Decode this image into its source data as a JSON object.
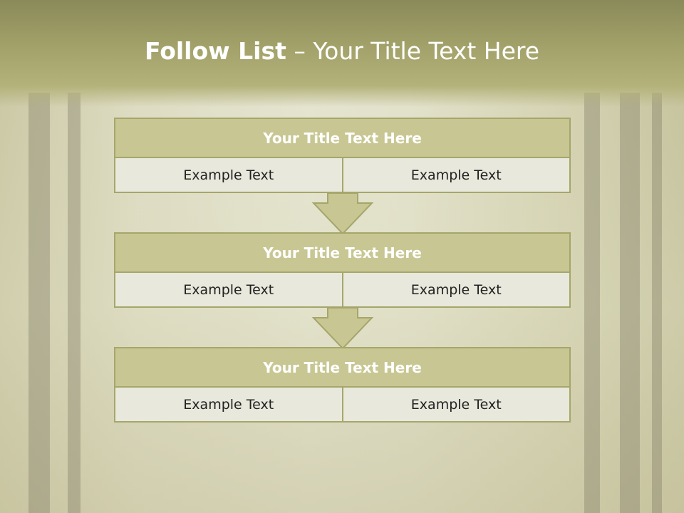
{
  "slide": {
    "title_bold": "Follow List",
    "title_rest": "  – Your Title Text Here"
  },
  "steps": [
    {
      "title": "Your Title Text Here",
      "left": "Example Text",
      "right": "Example Text"
    },
    {
      "title": "Your Title Text Here",
      "left": "Example Text",
      "right": "Example Text"
    },
    {
      "title": "Your Title Text Here",
      "left": "Example Text",
      "right": "Example Text"
    }
  ],
  "colors": {
    "header_band": "#a3a26a",
    "box_title_fill": "#c8c793",
    "box_border": "#a5a66b",
    "cell_fill": "#e9e8dc",
    "arrow_fill": "#c8c793"
  }
}
